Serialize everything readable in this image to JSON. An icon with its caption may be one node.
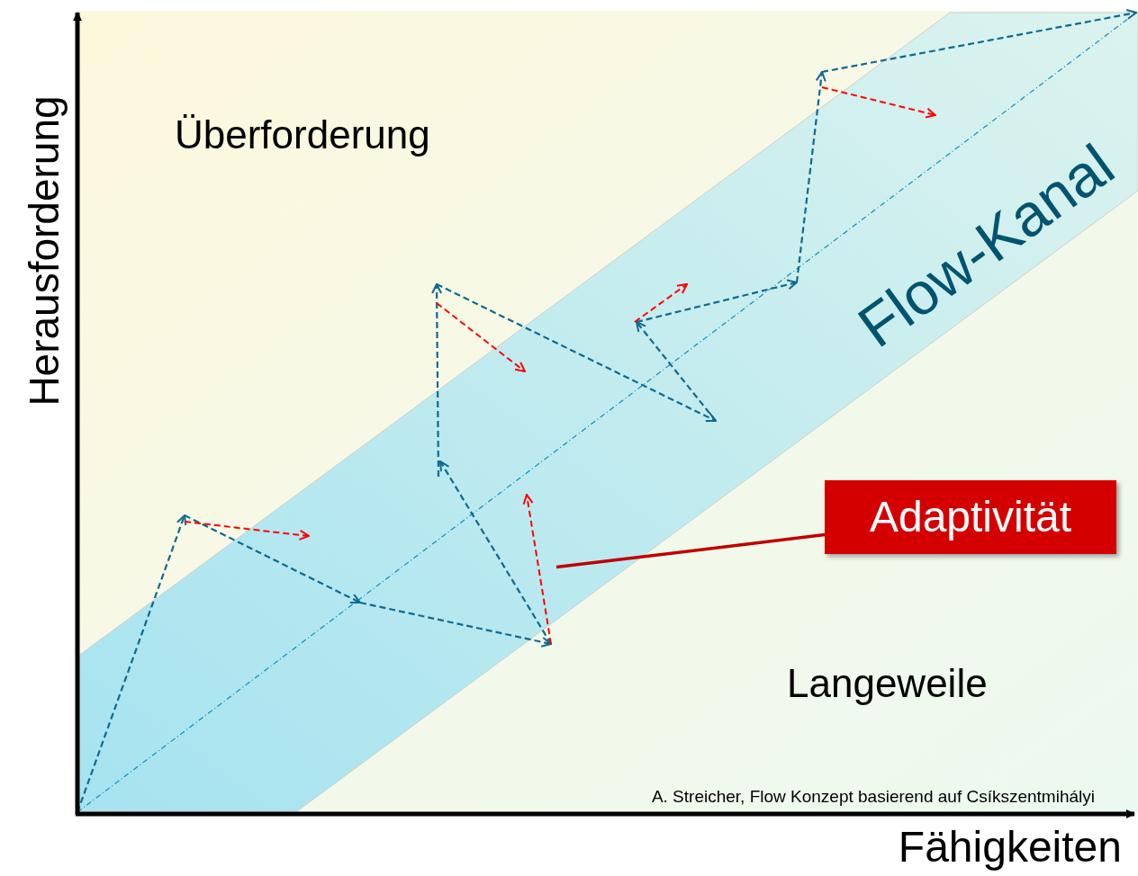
{
  "diagram": {
    "nodes": [
      {
        "text": [
          "Adaptivität"
        ]
      },
      {
        "text": [],
        "shape": "arrow"
      }
    ],
    "edges": [
      {
        "from": 0,
        "to": 1,
        "arrow": "none"
      }
    ],
    "labels": [
      "Überforderung",
      "Flow-Kanal",
      "Langeweile",
      "A. Streicher, Flow Konzept basierend auf Csíkszentmihályi",
      "Herausforderung",
      "Fähigkeiten"
    ]
  }
}
